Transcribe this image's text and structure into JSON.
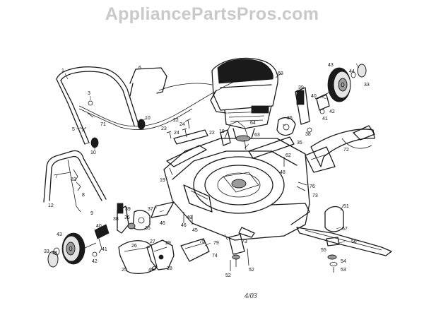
{
  "watermark": "AppliancePartsPros.com",
  "page_code": "4/03",
  "callouts": [
    {
      "id": "lbl-1",
      "text": "1"
    },
    {
      "id": "lbl-3",
      "text": "3"
    },
    {
      "id": "lbl-5",
      "text": "5"
    },
    {
      "id": "lbl-71",
      "text": "71"
    },
    {
      "id": "lbl-10a",
      "text": "10"
    },
    {
      "id": "lbl-6",
      "text": "6"
    },
    {
      "id": "lbl-10b",
      "text": "10"
    },
    {
      "id": "lbl-7",
      "text": "7"
    },
    {
      "id": "lbl-82",
      "text": "82"
    },
    {
      "id": "lbl-8",
      "text": "8"
    },
    {
      "id": "lbl-12",
      "text": "12"
    },
    {
      "id": "lbl-9",
      "text": "9"
    },
    {
      "id": "lbl-43a",
      "text": "43"
    },
    {
      "id": "lbl-33a",
      "text": "33"
    },
    {
      "id": "lbl-44a",
      "text": "44"
    },
    {
      "id": "lbl-40a",
      "text": "40"
    },
    {
      "id": "lbl-41a",
      "text": "41"
    },
    {
      "id": "lbl-42a",
      "text": "42"
    },
    {
      "id": "lbl-38a",
      "text": "38"
    },
    {
      "id": "lbl-39a",
      "text": "39"
    },
    {
      "id": "lbl-36a",
      "text": "36"
    },
    {
      "id": "lbl-35a",
      "text": "35"
    },
    {
      "id": "lbl-37",
      "text": "37"
    },
    {
      "id": "lbl-46a",
      "text": "46"
    },
    {
      "id": "lbl-26",
      "text": "26"
    },
    {
      "id": "lbl-29",
      "text": "29"
    },
    {
      "id": "lbl-25",
      "text": "25"
    },
    {
      "id": "lbl-49",
      "text": "49"
    },
    {
      "id": "lbl-28",
      "text": "28"
    },
    {
      "id": "lbl-27",
      "text": "27"
    },
    {
      "id": "lbl-46b",
      "text": "46"
    },
    {
      "id": "lbl-48a",
      "text": "48"
    },
    {
      "id": "lbl-45",
      "text": "45"
    },
    {
      "id": "lbl-75",
      "text": "75"
    },
    {
      "id": "lbl-79",
      "text": "79"
    },
    {
      "id": "lbl-74",
      "text": "74"
    },
    {
      "id": "lbl-73a",
      "text": "73"
    },
    {
      "id": "lbl-52a",
      "text": "52"
    },
    {
      "id": "lbl-52b",
      "text": "52"
    },
    {
      "id": "lbl-23",
      "text": "23"
    },
    {
      "id": "lbl-24a",
      "text": "24"
    },
    {
      "id": "lbl-22a",
      "text": "22"
    },
    {
      "id": "lbl-24b",
      "text": "24"
    },
    {
      "id": "lbl-22b",
      "text": "22"
    },
    {
      "id": "lbl-19a",
      "text": "19"
    },
    {
      "id": "lbl-19b",
      "text": "19"
    },
    {
      "id": "lbl-68",
      "text": "68"
    },
    {
      "id": "lbl-64",
      "text": "64"
    },
    {
      "id": "lbl-63",
      "text": "63"
    },
    {
      "id": "lbl-62",
      "text": "62"
    },
    {
      "id": "lbl-48b",
      "text": "48"
    },
    {
      "id": "lbl-76",
      "text": "76"
    },
    {
      "id": "lbl-73b",
      "text": "73"
    },
    {
      "id": "lbl-39b",
      "text": "39"
    },
    {
      "id": "lbl-36b",
      "text": "36"
    },
    {
      "id": "lbl-38b",
      "text": "38"
    },
    {
      "id": "lbl-35b",
      "text": "35"
    },
    {
      "id": "lbl-40b",
      "text": "40"
    },
    {
      "id": "lbl-41b",
      "text": "41"
    },
    {
      "id": "lbl-42b",
      "text": "42"
    },
    {
      "id": "lbl-43b",
      "text": "43"
    },
    {
      "id": "lbl-44b",
      "text": "44"
    },
    {
      "id": "lbl-33b",
      "text": "33"
    },
    {
      "id": "lbl-72",
      "text": "72"
    },
    {
      "id": "lbl-51",
      "text": "51"
    },
    {
      "id": "lbl-57",
      "text": "57"
    },
    {
      "id": "lbl-56",
      "text": "56"
    },
    {
      "id": "lbl-55",
      "text": "55"
    },
    {
      "id": "lbl-54",
      "text": "54"
    },
    {
      "id": "lbl-53",
      "text": "53"
    }
  ]
}
